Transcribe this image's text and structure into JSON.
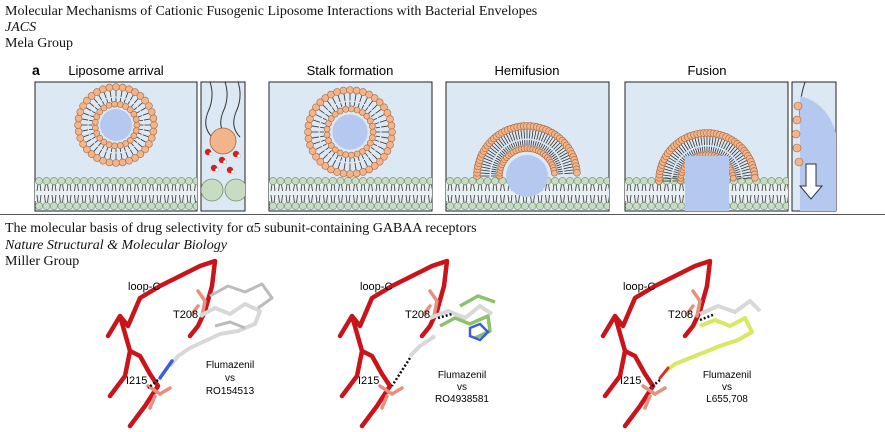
{
  "article1": {
    "title": "Molecular Mechanisms of Cationic Fusogenic Liposome Interactions with Bacterial Envelopes",
    "journal": "JACS",
    "group": "Mela Group",
    "figure": {
      "panel_letter": "a",
      "stages": [
        "Liposome arrival",
        "Stalk formation",
        "Hemifusion",
        "Fusion"
      ]
    }
  },
  "article2": {
    "title": "The molecular basis of drug selectivity for α5 subunit-containing GABAA receptors",
    "journal": "Nature Structural & Molecular Biology",
    "group": "Miller Group",
    "figure": {
      "panels": [
        {
          "loop": "loop-C",
          "res1": "T208",
          "res2": "I215",
          "ligand": "Flumazenil",
          "vs": "vs",
          "compare": "RO154513"
        },
        {
          "loop": "loop-C",
          "res1": "T208",
          "res2": "I215",
          "ligand": "Flumazenil",
          "vs": "vs",
          "compare": "RO4938581"
        },
        {
          "loop": "loop-C",
          "res1": "T208",
          "res2": "I215",
          "ligand": "Flumazenil",
          "vs": "vs",
          "compare": "L655,708"
        }
      ]
    }
  },
  "colors": {
    "panel_bg": "#dce9f5",
    "head": "#f2b48a",
    "head_stroke": "#a8643a",
    "core": "#b5c9f0",
    "membrane": "#c8dcc4",
    "backbone": "#c8141a",
    "residue": "#e89080",
    "ligand_gray": "#d8d8d8",
    "ligand_green": "#8ec16c",
    "ligand_yellow": "#d8e860",
    "ligand_blue": "#3c5ed8"
  }
}
